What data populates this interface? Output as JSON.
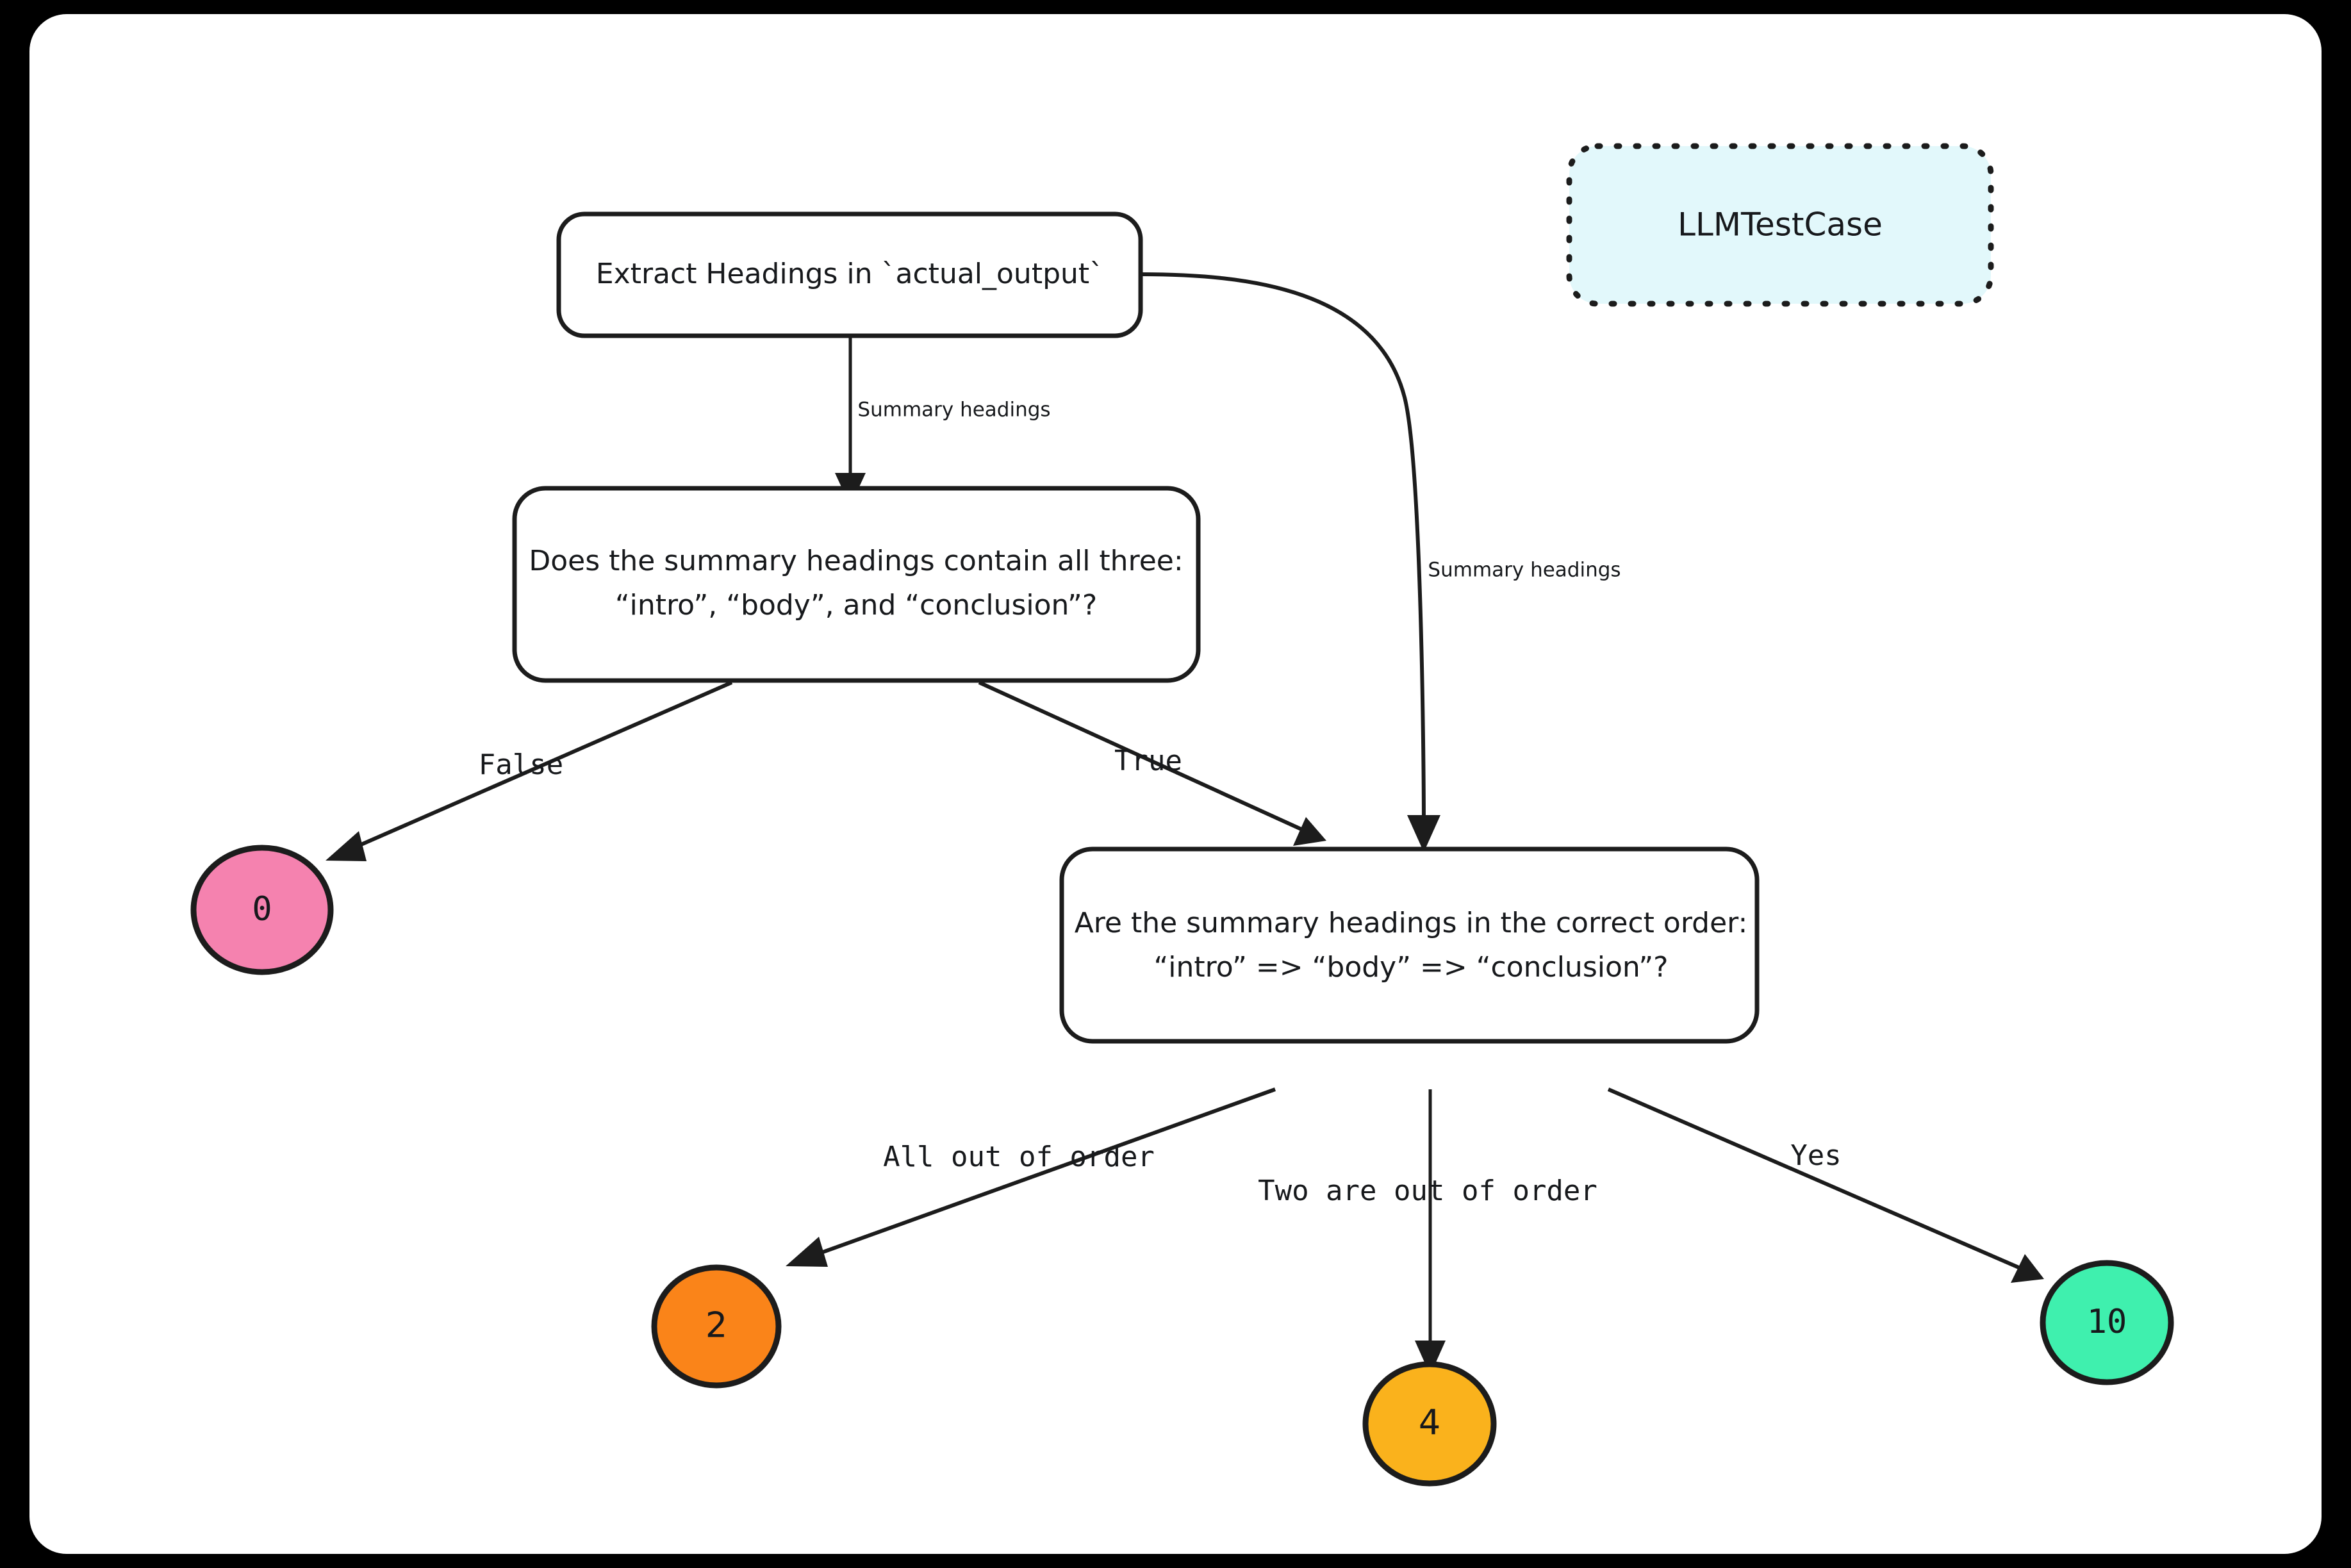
{
  "diagram": {
    "title": "Summarization metric decision flow",
    "colors": {
      "background": "#000000",
      "canvas": "#ffffff",
      "stroke": "#1c1c1c",
      "testcase_fill": "#e2f8fb",
      "score_0": "#f582af",
      "score_2": "#fa8419",
      "score_4": "#fab21c",
      "score_10": "#3ff0ae"
    },
    "legend": {
      "testcase_label": "LLMTestCase"
    },
    "nodes": [
      {
        "id": "extract",
        "type": "process",
        "lines": [
          "Extract Headings in `actual_output`"
        ]
      },
      {
        "id": "contains",
        "type": "decision",
        "lines": [
          "Does the summary headings contain all three:",
          "“intro”, “body”, and “conclusion”?"
        ]
      },
      {
        "id": "order",
        "type": "decision",
        "lines": [
          "Are the summary headings in the correct order:",
          "“intro” => “body” => “conclusion”?"
        ]
      }
    ],
    "terminals": [
      {
        "id": "score-0",
        "label": "0",
        "color": "#f582af",
        "font": "mono"
      },
      {
        "id": "score-2",
        "label": "2",
        "color": "#fa8419",
        "font": "sans"
      },
      {
        "id": "score-4",
        "label": "4",
        "color": "#fab21c",
        "font": "sans"
      },
      {
        "id": "score-10",
        "label": "10",
        "color": "#3ff0ae",
        "font": "mono"
      }
    ],
    "edges": [
      {
        "id": "extract-to-contains",
        "label": "Summary headings",
        "style": "sans"
      },
      {
        "id": "extract-to-order",
        "label": "Summary headings",
        "style": "sans"
      },
      {
        "id": "contains-false",
        "label": "False",
        "style": "mono"
      },
      {
        "id": "contains-true",
        "label": "True",
        "style": "mono"
      },
      {
        "id": "order-all-out",
        "label": "All out of order",
        "style": "mono"
      },
      {
        "id": "order-two-out",
        "label": "Two are out of order",
        "style": "mono"
      },
      {
        "id": "order-yes",
        "label": "Yes",
        "style": "mono"
      }
    ]
  }
}
